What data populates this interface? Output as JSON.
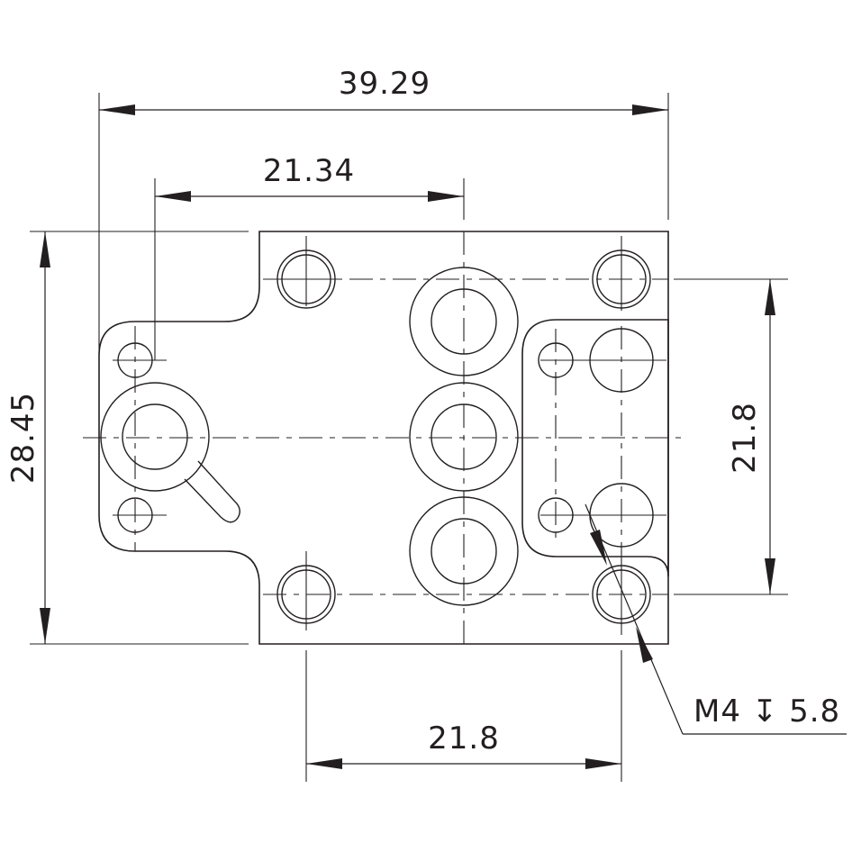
{
  "dimensions": {
    "overall_width": "39.29",
    "partial_width": "21.34",
    "overall_height": "28.45",
    "vertical_hole_pitch": "21.8",
    "horizontal_hole_pitch": "21.8"
  },
  "callout": {
    "thread": "M4",
    "depth_symbol": "↧",
    "depth": "5.8"
  },
  "colors": {
    "line": "#231f20",
    "background": "#ffffff"
  }
}
